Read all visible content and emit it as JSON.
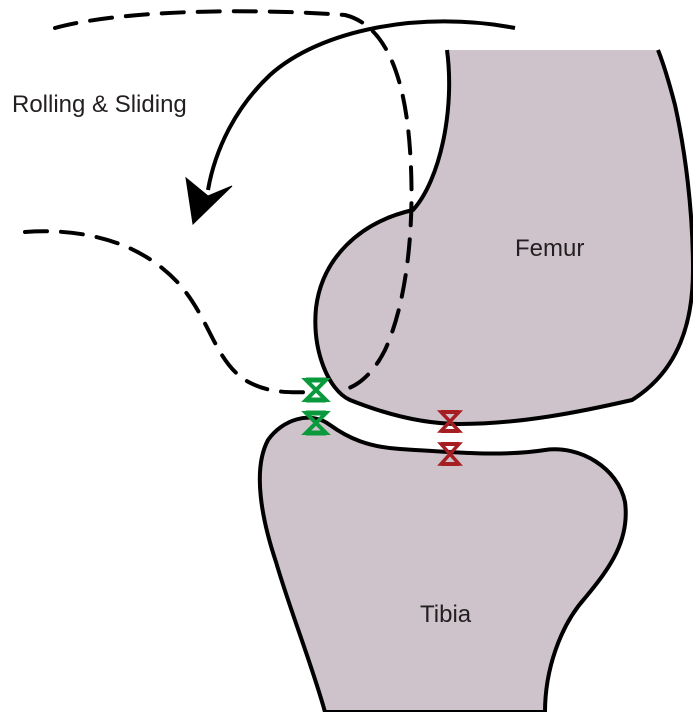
{
  "diagram": {
    "motion_label": "Rolling & Sliding",
    "labels": {
      "femur": "Femur",
      "tibia": "Tibia"
    },
    "colors": {
      "bone_fill": "#cec3ca",
      "outline": "#000000",
      "contact_green": "#0a9a3d",
      "contact_red": "#a61e22"
    }
  }
}
